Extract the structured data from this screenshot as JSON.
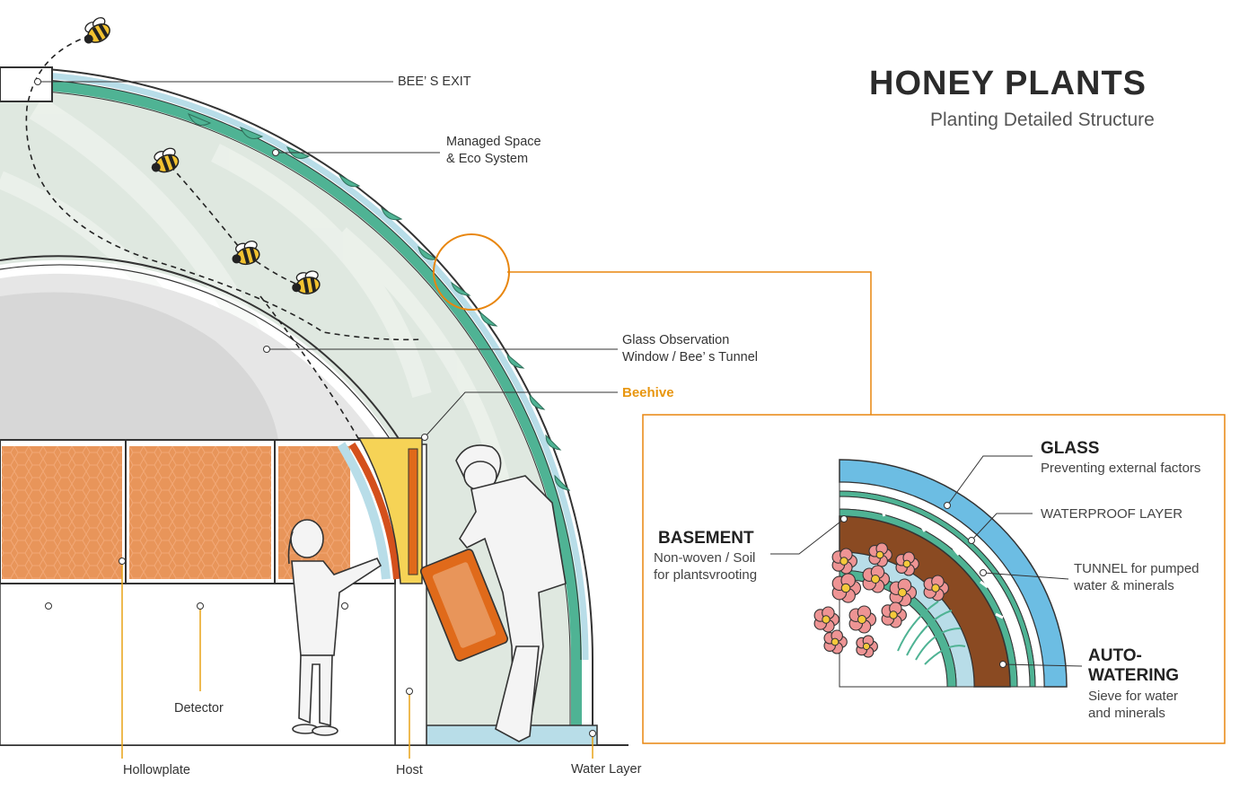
{
  "title": "HONEY PLANTS",
  "subtitle": "Planting Detailed Structure",
  "labels": {
    "bees_exit": "BEE’ S EXIT",
    "managed_space": [
      "Managed Space",
      "& Eco System"
    ],
    "glass_window": [
      "Glass Observation",
      "Window / Bee’ s Tunnel"
    ],
    "beehive": "Beehive",
    "detector": "Detector",
    "hollowplate": "Hollowplate",
    "host": "Host",
    "water_layer": "Water Layer"
  },
  "inset": {
    "glass_title": "GLASS",
    "glass_desc": "Preventing external factors",
    "waterproof": "WATERPROOF  LAYER",
    "tunnel": [
      "TUNNEL for pumped",
      "water & minerals"
    ],
    "basement_title": "BASEMENT",
    "basement_desc": [
      "Non-woven / Soil",
      "for plantsvrooting"
    ],
    "autowatering_title": [
      "AUTO-",
      "WATERING"
    ],
    "autowatering_desc": [
      "Sieve for water",
      "and minerals"
    ]
  },
  "colors": {
    "accent_orange": "#e8860f",
    "glass_blue": "#6cbde3",
    "eco_green": "#4fb394",
    "soil_brown": "#8a4a22",
    "honeycomb": "#e8955a",
    "flower_pink": "#ee9494"
  }
}
